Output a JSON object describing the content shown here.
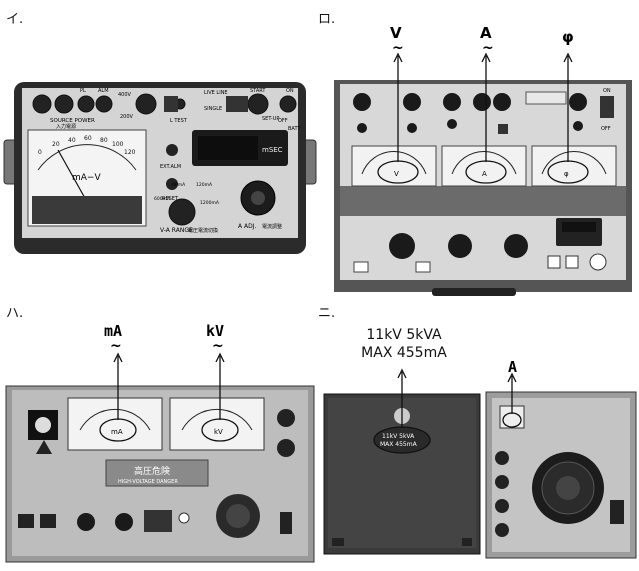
{
  "panels": [
    {
      "label": "イ.",
      "texts": {
        "source_power": "SOURCE POWER",
        "source_power_jp": "入力電源",
        "alm": "ALM",
        "pl": "PL",
        "v400": "400V",
        "v200": "200V",
        "l_test": "L TEST",
        "live_line": "LIVE LINE",
        "single": "SINGLE",
        "start": "START",
        "on": "ON",
        "off": "OFF",
        "set_up": "SET-UP",
        "batt": "BATT",
        "scale_unit": "mA−V",
        "scale_ticks": [
          "0",
          "20",
          "40",
          "60",
          "80",
          "100",
          "120"
        ],
        "display_unit": "mSEC",
        "ext_alm": "EXT.ALM",
        "reset": "RESET",
        "range_60": "60mA",
        "range_120": "120mA",
        "range_600": "600mA",
        "range_1200": "1200mA",
        "va_range": "V-A RANGE",
        "range_jp": "電圧電流切換",
        "a_adj": "A ADJ.",
        "a_adj_jp": "電流調整"
      }
    },
    {
      "label": "ロ.",
      "meters": [
        {
          "callout": "V",
          "tilde": "~",
          "dial": "V"
        },
        {
          "callout": "A",
          "tilde": "~",
          "dial": "A"
        },
        {
          "callout": "φ",
          "tilde": "",
          "dial": "φ"
        }
      ],
      "texts": {
        "off": "OFF",
        "on": "ON"
      }
    },
    {
      "label": "ハ.",
      "meters": [
        {
          "callout": "mA",
          "tilde": "~",
          "dial": "mA"
        },
        {
          "callout": "kV",
          "tilde": "~",
          "dial": "kV"
        }
      ],
      "texts": {
        "nameplate_jp": "高圧危険",
        "nameplate_en": "HIGH-VOLTAGE DANGER"
      }
    },
    {
      "label": "ニ.",
      "spec_line1": "11kV  5kVA",
      "spec_line2": "MAX  455mA",
      "plate_line1": "11kV  5kVA",
      "plate_line2": "MAX  455mA",
      "meter_callout": "A"
    }
  ],
  "colors": {
    "background": "#ffffff",
    "case": "#2b2b2b",
    "faceplate": "#cfcfcf",
    "ink": "#111111"
  }
}
